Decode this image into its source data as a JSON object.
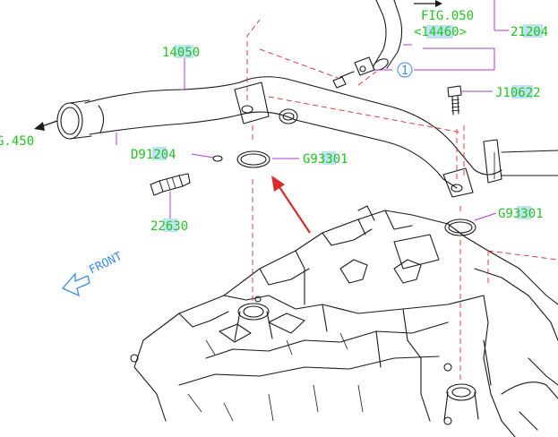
{
  "diagram": {
    "part_labels": {
      "fig050": "FIG.050",
      "fig050_sub": "<14460>",
      "p21204": "21204",
      "p14050": "14050",
      "p_j10622": "J10622",
      "p_d91204": "D91204",
      "p_g93301_a": "G93301",
      "p_g93301_b": "G93301",
      "p22630": "22630",
      "g450": "G.450",
      "callout_1": "1"
    },
    "front_label": "FRONT",
    "colors": {
      "label": "#22c322",
      "highlight": "#bfe3f3",
      "leader": "#b23bd6",
      "dashed_guide": "#e0282c",
      "arrow": "#d92b2b",
      "front": "#3a8ee6",
      "linework": "#1a1a1a"
    }
  }
}
